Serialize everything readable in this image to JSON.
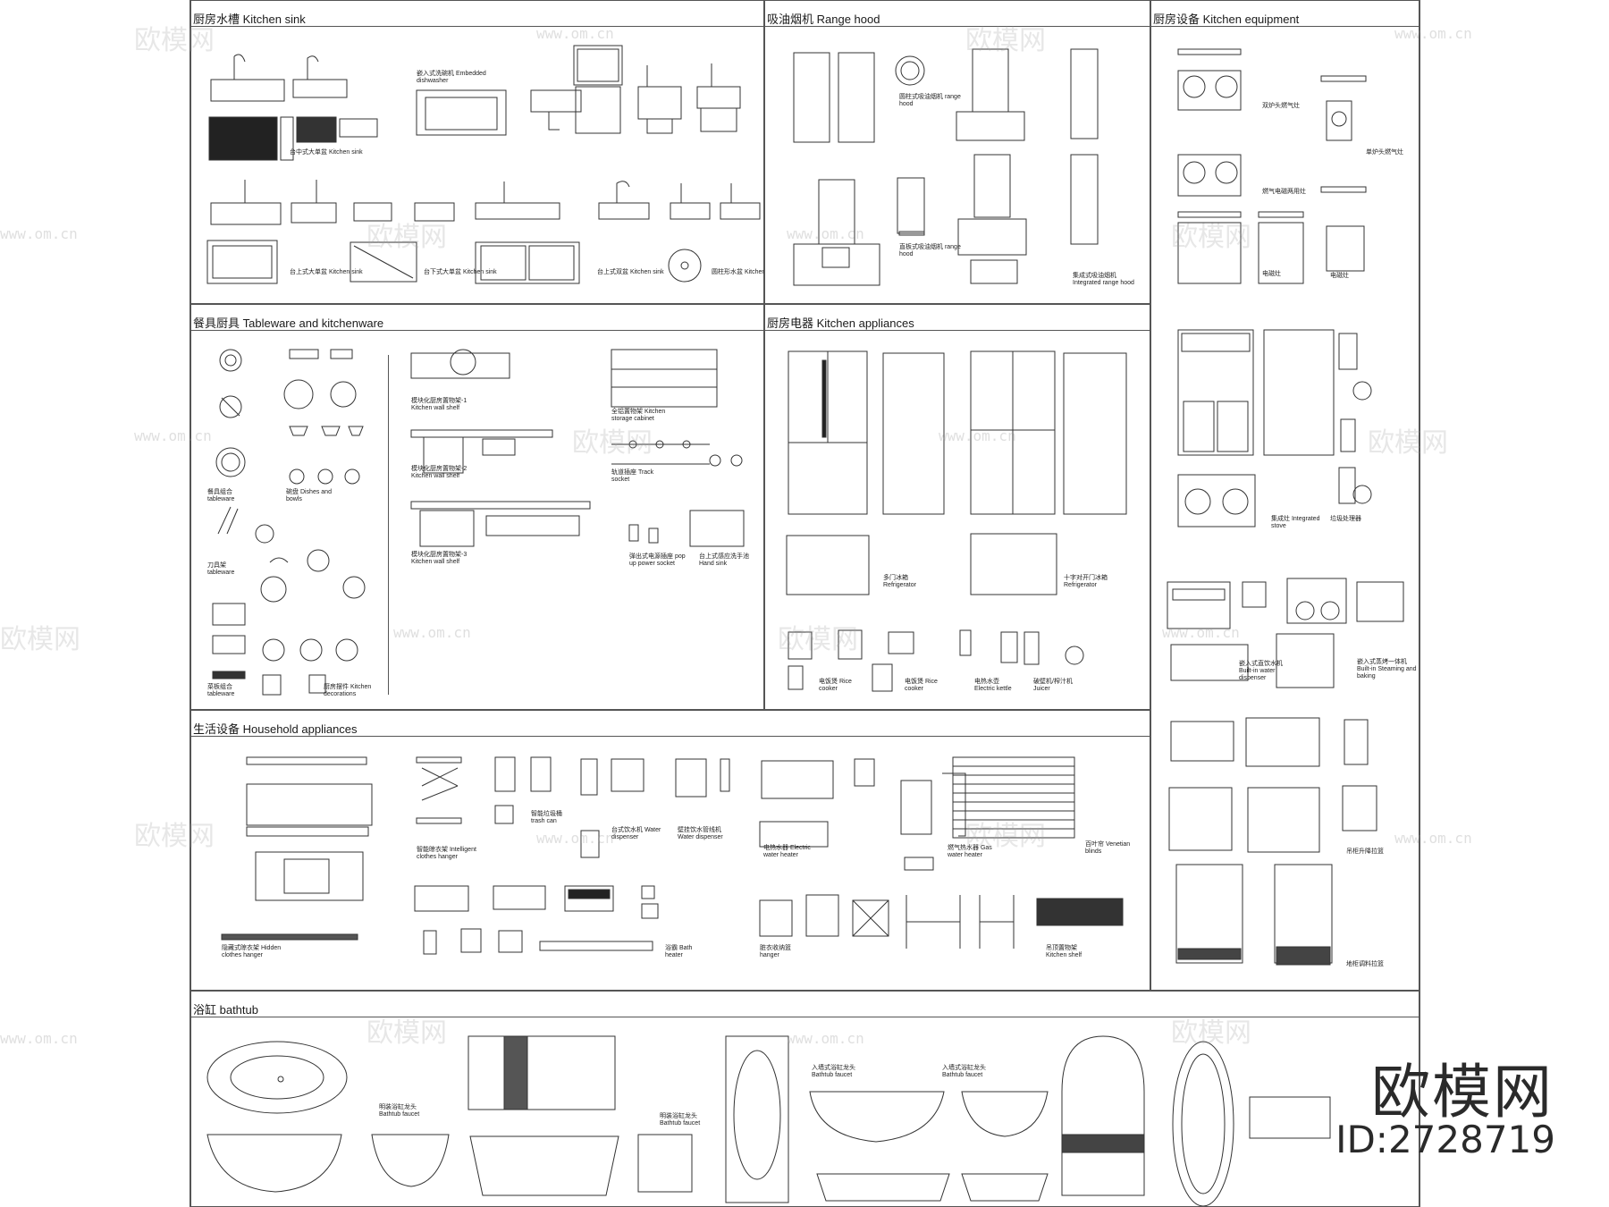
{
  "panels": {
    "sink": {
      "title": "厨房水槽 Kitchen sink"
    },
    "hood": {
      "title": "吸油烟机 Range hood"
    },
    "equip": {
      "title": "厨房设备 Kitchen equipment"
    },
    "tableware": {
      "title": "餐具厨具 Tableware and kitchenware"
    },
    "appliances": {
      "title": "厨房电器 Kitchen appliances"
    },
    "household": {
      "title": "生活设备 Household appliances"
    },
    "bathtub": {
      "title": "浴缸 bathtub"
    }
  },
  "labels": {
    "sink_1": "嵌入式洗碗机 Embedded dishwasher",
    "sink_2": "台中式大单盆 Kitchen sink",
    "sink_3": "台上式大单盆 Kitchen sink",
    "sink_4": "台下式大单盆 Kitchen sink",
    "sink_5": "台上式双盆 Kitchen sink",
    "sink_6": "圆柱形水盆 Kitchen sink",
    "hood_1": "圆柱式吸油烟机 range hood",
    "hood_2": "直板式吸油烟机 range hood",
    "hood_3": "集成式吸油烟机 Integrated range hood",
    "equip_1": "双炉头燃气灶",
    "equip_2": "单炉头燃气灶",
    "equip_3": "燃气电磁两用灶",
    "equip_4": "电磁灶",
    "equip_5": "电磁灶",
    "equip_6": "集成灶 Integrated stove",
    "equip_7": "垃圾处理器",
    "equip_8": "嵌入式蒸烤一体机 Built-in Steaming and baking",
    "equip_9": "嵌入式直饮水机 Built-in water dispenser",
    "equip_10": "吊柜升降拉篮",
    "equip_11": "地柜调料拉篮",
    "tw_1": "餐具组合 tableware",
    "tw_2": "碗盘 Dishes and bowls",
    "tw_3": "刀具架 tableware",
    "tw_4": "厨房摆件 Kitchen decorations",
    "tw_5": "菜板组合 tableware",
    "tw_6": "模块化厨房置物架-1 Kitchen wall shelf",
    "tw_7": "模块化厨房置物架-2 Kitchen wall shelf",
    "tw_8": "模块化厨房置物架-3 Kitchen wall shelf",
    "tw_9": "全铝置物架 Kitchen storage cabinet",
    "tw_10": "轨道插座 Track socket",
    "tw_11": "弹出式电源插座 pop up power socket",
    "tw_12": "台上式感应洗手池 Hand sink",
    "app_1": "多门冰箱 Refrigerator",
    "app_2": "十字对开门冰箱 Refrigerator",
    "app_3": "电饭煲 Rice cooker",
    "app_4": "电饭煲 Rice cooker",
    "app_5": "电热水壶 Electric kettle",
    "app_6": "破壁机/榨汁机 Juicer",
    "hh_1": "智能晾衣架 Intelligent clothes hanger",
    "hh_2": "智能垃圾桶 trash can",
    "hh_3": "台式饮水机 Water dispenser",
    "hh_4": "壁挂饮水管线机 Water dispenser",
    "hh_5": "隐藏式晾衣架 Hidden clothes hanger",
    "hh_6": "浴霸 Bath heater",
    "hh_7": "电热水器 Electric water heater",
    "hh_8": "燃气热水器 Gas water heater",
    "hh_9": "百叶帘 Venetian blinds",
    "hh_10": "脏衣收纳篮 hanger",
    "hh_11": "吊顶置物架 Kitchen shelf",
    "bt_1": "明装浴缸龙头 Bathtub faucet",
    "bt_2": "明装浴缸龙头 Bathtub faucet",
    "bt_3": "入墙式浴缸龙头 Bathtub faucet",
    "bt_4": "入墙式浴缸龙头 Bathtub faucet"
  },
  "watermark": {
    "logo": "欧模网",
    "id": "ID:2728719",
    "tile": "欧模网",
    "url": "www.om.cn"
  }
}
